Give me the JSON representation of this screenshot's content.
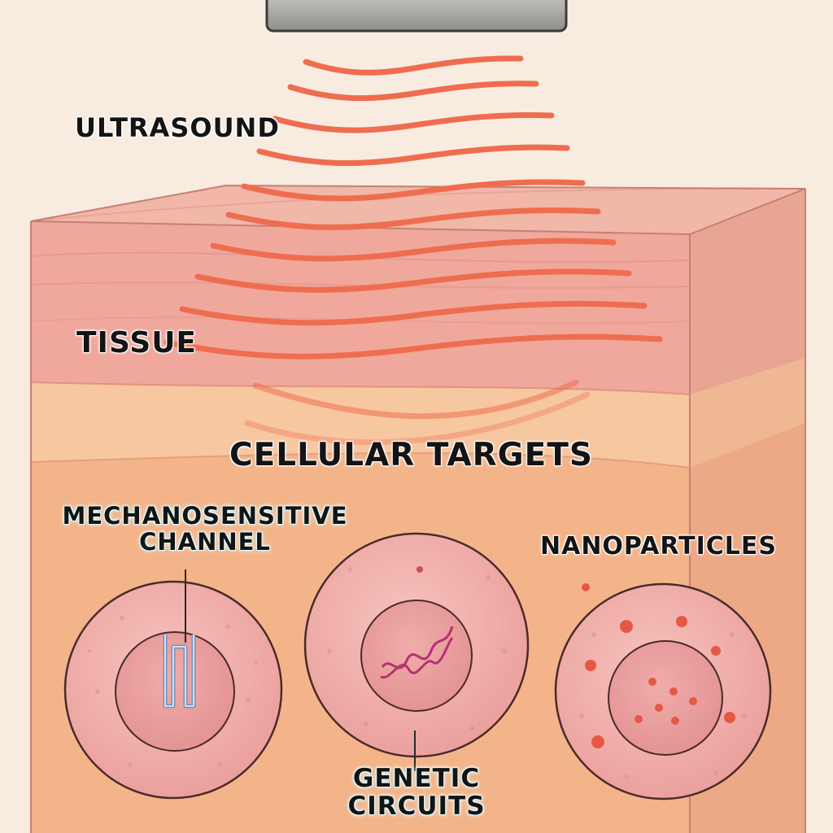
{
  "labels": {
    "ultrasound": "ULTRASOUND",
    "tissue": "TISSUE",
    "cellular_targets": "CELLULAR TARGETS",
    "mechanosensitive_channel": "MECHANOSENSITIVE\nCHANNEL",
    "nanoparticles": "NANOPARTICLES",
    "genetic_circuits": "GENETIC\nCIRCUITS"
  },
  "colors": {
    "background": "#f8ece0",
    "wave": "#ef6d4f",
    "tissue_top": "#f0b3a6",
    "tissue_front_upper": "#f0a89c",
    "tissue_front_middle": "#f7c7a0",
    "tissue_front_lower": "#f4b48a",
    "tissue_side": "#e79f93",
    "cell_body": "#f2b1ad",
    "cell_nucleus": "#eba2a2",
    "cell_outline": "#4a2a2a",
    "channel": "#a9c4e2",
    "dna": "#b2336f",
    "nanoparticle": "#e55845"
  }
}
